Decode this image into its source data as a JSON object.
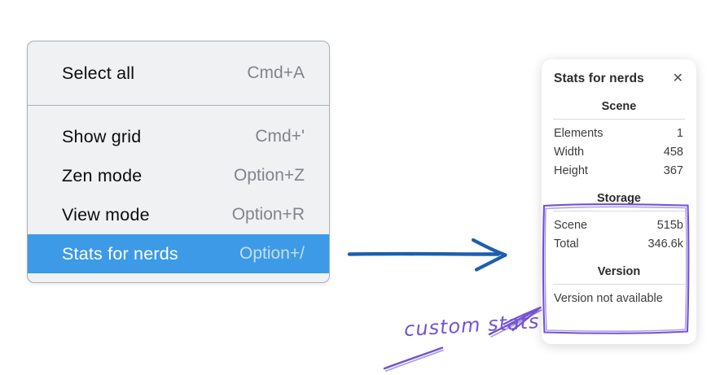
{
  "context_menu": {
    "items": [
      {
        "label": "Select all",
        "shortcut": "Cmd+A",
        "selected": false
      },
      {
        "label": "Show grid",
        "shortcut": "Cmd+'",
        "selected": false
      },
      {
        "label": "Zen mode",
        "shortcut": "Option+Z",
        "selected": false
      },
      {
        "label": "View mode",
        "shortcut": "Option+R",
        "selected": false
      },
      {
        "label": "Stats for nerds",
        "shortcut": "Option+/",
        "selected": true
      }
    ]
  },
  "stats_panel": {
    "title": "Stats for nerds",
    "close_icon": "✕",
    "sections": [
      {
        "header": "Scene",
        "rows": [
          {
            "label": "Elements",
            "value": "1"
          },
          {
            "label": "Width",
            "value": "458"
          },
          {
            "label": "Height",
            "value": "367"
          }
        ]
      },
      {
        "header": "Storage",
        "rows": [
          {
            "label": "Scene",
            "value": "515b"
          },
          {
            "label": "Total",
            "value": "346.6k"
          }
        ]
      },
      {
        "header": "Version",
        "note": "Version not available"
      }
    ]
  },
  "annotations": {
    "custom_stats_label": "custom stats"
  },
  "colors": {
    "menu_highlight": "#3d9ae7",
    "arrow_blue": "#1d5fae",
    "annotation_purple": "#7253d2"
  }
}
